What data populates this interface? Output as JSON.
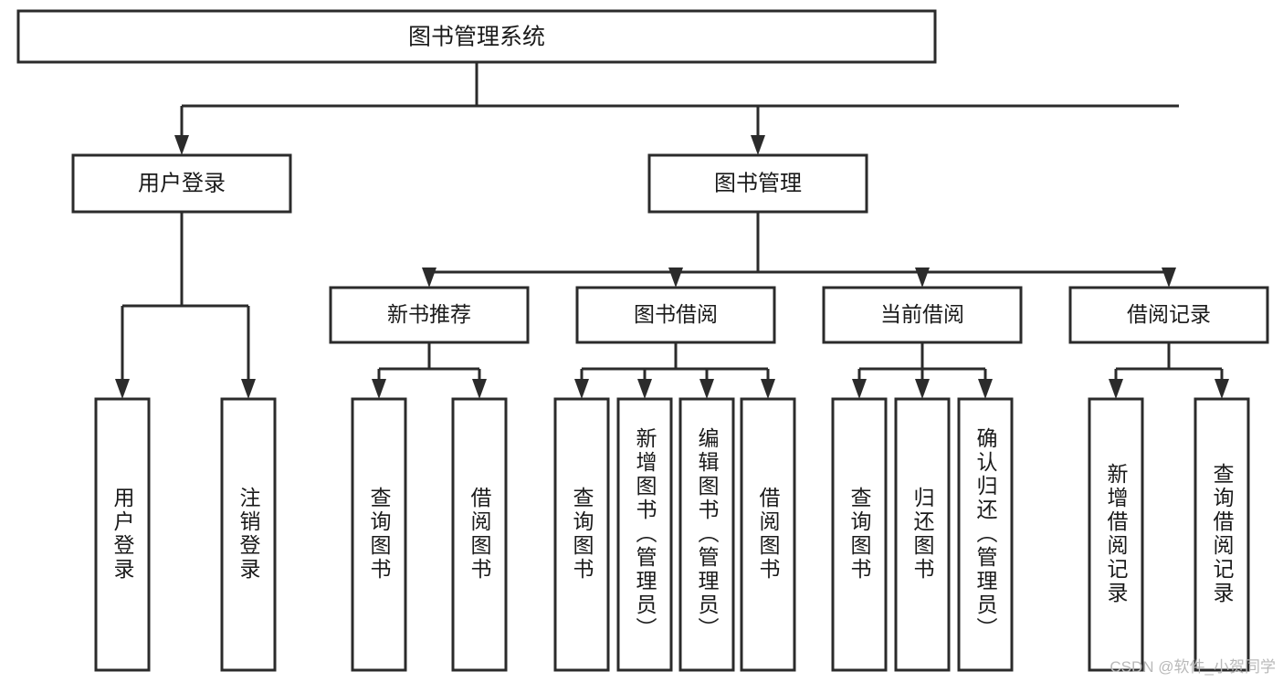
{
  "diagram": {
    "title": "图书管理系统",
    "type": "tree-hierarchy",
    "watermark": "CSDN @软件_小贺同学",
    "colors": {
      "background": "#ffffff",
      "box_stroke": "#2b2b2b",
      "box_fill": "#ffffff",
      "text": "#1a1a1a",
      "watermark": "#b9b9b9"
    },
    "root": {
      "label": "图书管理系统"
    },
    "level2": [
      {
        "label": "用户登录"
      },
      {
        "label": "图书管理"
      }
    ],
    "level3": [
      {
        "label": "新书推荐"
      },
      {
        "label": "图书借阅"
      },
      {
        "label": "当前借阅"
      },
      {
        "label": "借阅记录"
      }
    ],
    "leaves": {
      "user_login": [
        {
          "label": "用户登录"
        },
        {
          "label": "注销登录"
        }
      ],
      "new_book_recommend": [
        {
          "label": "查询图书"
        },
        {
          "label": "借阅图书"
        }
      ],
      "book_borrow": [
        {
          "label": "查询图书"
        },
        {
          "label": "新增图书（管理员）"
        },
        {
          "label": "编辑图书（管理员）"
        },
        {
          "label": "借阅图书"
        }
      ],
      "current_borrow": [
        {
          "label": "查询图书"
        },
        {
          "label": "归还图书"
        },
        {
          "label": "确认归还（管理员）"
        }
      ],
      "borrow_record": [
        {
          "label": "新增借阅记录"
        },
        {
          "label": "查询借阅记录"
        }
      ]
    }
  }
}
